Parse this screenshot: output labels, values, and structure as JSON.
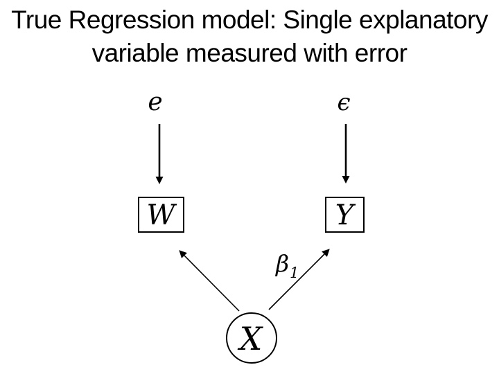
{
  "slide": {
    "title_line1": "True Regression model: Single explanatory",
    "title_line2": "variable measured with error"
  },
  "diagram": {
    "error_w_label": "e",
    "error_y_label": "ϵ",
    "w_label": "W",
    "y_label": "Y",
    "x_label": "X",
    "beta_label": "β",
    "beta_subscript": "1",
    "colors": {
      "ink": "#000000",
      "background": "#ffffff"
    }
  }
}
